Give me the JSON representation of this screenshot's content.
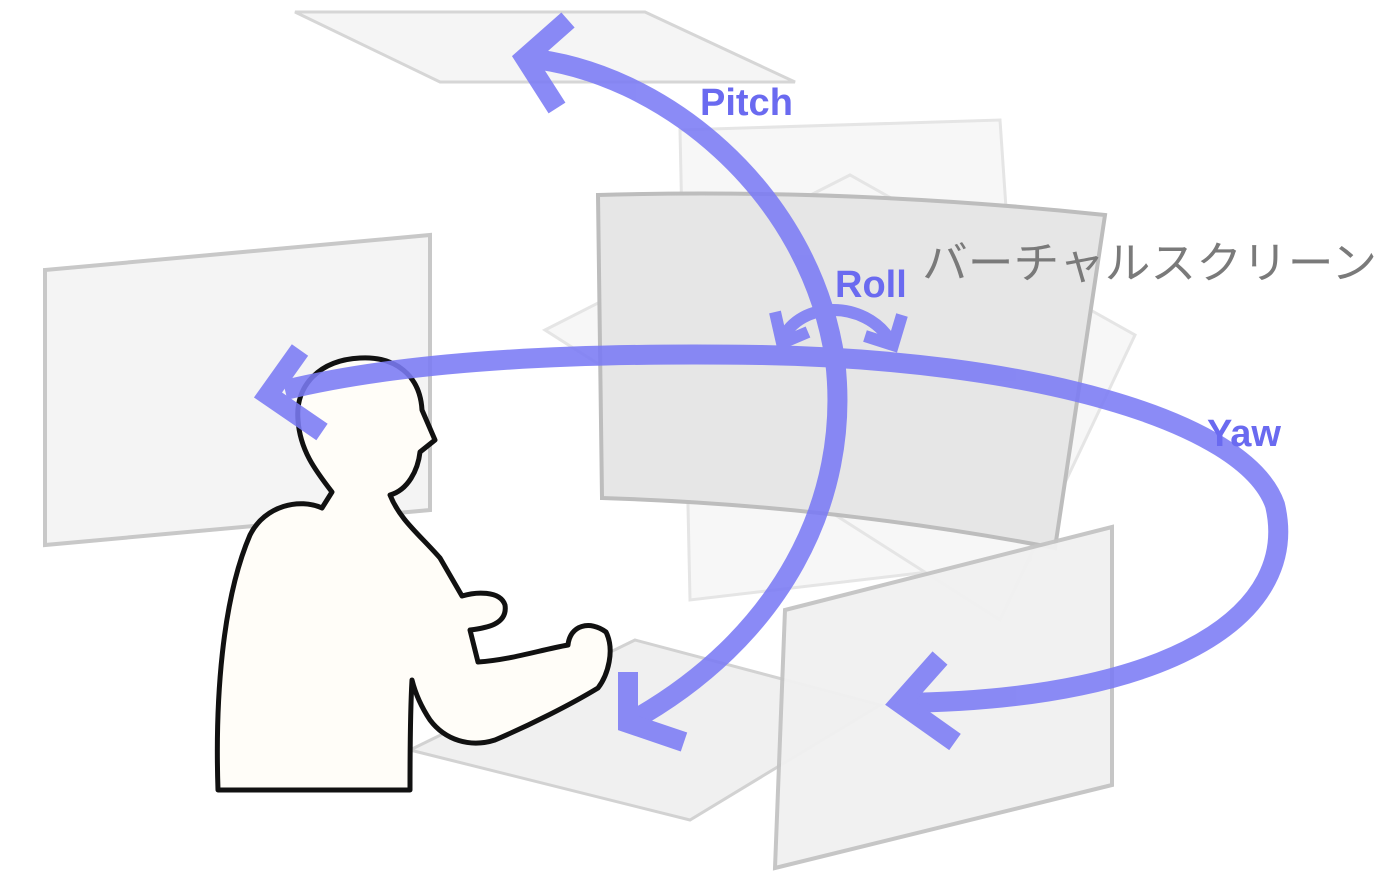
{
  "labels": {
    "pitch": "Pitch",
    "roll": "Roll",
    "yaw": "Yaw",
    "virtual_screen": "バーチャルスクリーン"
  },
  "colors": {
    "arrow": "#7b7bf5",
    "axis_label": "#6a6af0",
    "screen_label": "#7a7a7a",
    "panel_fill": "#f4f4f4",
    "panel_stroke": "#c8c8c8",
    "center_panel_fill": "#e6e6e6",
    "person_fill": "#fffdf8",
    "person_stroke": "#111111"
  }
}
